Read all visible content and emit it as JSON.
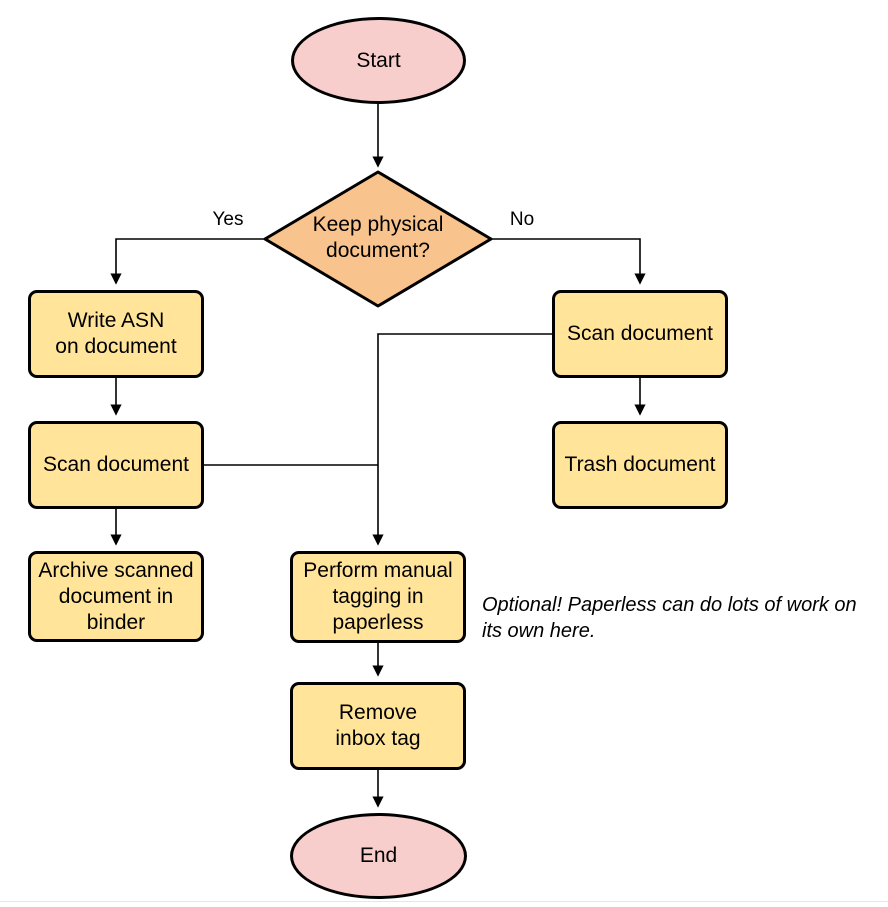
{
  "colors": {
    "background": "#ffffff",
    "terminal_fill": "#f8cecc",
    "decision_fill": "#f9c38d",
    "process_fill": "#ffe499",
    "border": "#000000",
    "connector": "#000000"
  },
  "nodes": {
    "start": {
      "type": "terminator",
      "lines": [
        "Start"
      ]
    },
    "decision": {
      "type": "decision",
      "lines": [
        "Keep physical",
        "document?"
      ]
    },
    "write_asn": {
      "type": "process",
      "lines": [
        "Write ASN",
        "on document"
      ]
    },
    "scan_left": {
      "type": "process",
      "lines": [
        "Scan document"
      ]
    },
    "archive": {
      "type": "process",
      "lines": [
        "Archive scanned",
        "document in",
        "binder"
      ]
    },
    "scan_right": {
      "type": "process",
      "lines": [
        "Scan document"
      ]
    },
    "trash": {
      "type": "process",
      "lines": [
        "Trash document"
      ]
    },
    "tagging": {
      "type": "process",
      "lines": [
        "Perform manual",
        "tagging in",
        "paperless"
      ]
    },
    "remove_tag": {
      "type": "process",
      "lines": [
        "Remove",
        "inbox tag"
      ]
    },
    "end": {
      "type": "terminator",
      "lines": [
        "End"
      ]
    }
  },
  "edge_labels": {
    "yes": "Yes",
    "no": "No"
  },
  "annotation": {
    "lines": [
      "Optional! Paperless can do lots of work on",
      "its own here."
    ]
  }
}
